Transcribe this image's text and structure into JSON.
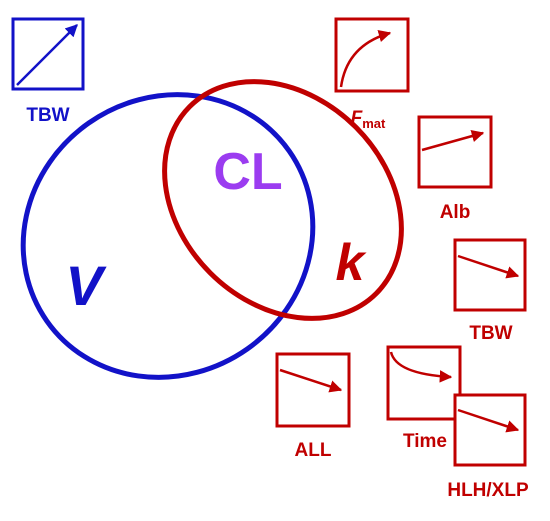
{
  "colors": {
    "blue": "#1212c8",
    "red": "#c00000",
    "purple": "#9b3cf0",
    "background": "#ffffff"
  },
  "venn": {
    "left_label": "V",
    "overlap_label": "CL",
    "right_label": "k"
  },
  "mini_plots": [
    {
      "id": "tbw-blue",
      "trend": "linear increasing",
      "label": "TBW",
      "color": "blue"
    },
    {
      "id": "fmat",
      "trend": "saturating increase",
      "label": "F",
      "label_sub": "mat",
      "color": "red"
    },
    {
      "id": "alb",
      "trend": "slight linear increase",
      "label": "Alb",
      "color": "red"
    },
    {
      "id": "tbw-red",
      "trend": "slight linear decrease",
      "label": "TBW",
      "color": "red"
    },
    {
      "id": "all",
      "trend": "slight linear decrease",
      "label": "ALL",
      "color": "red"
    },
    {
      "id": "time",
      "trend": "decaying decrease",
      "label": "Time",
      "color": "red"
    },
    {
      "id": "hlh-xlp",
      "trend": "slight linear decrease",
      "label": "HLH/XLP",
      "color": "red"
    }
  ]
}
